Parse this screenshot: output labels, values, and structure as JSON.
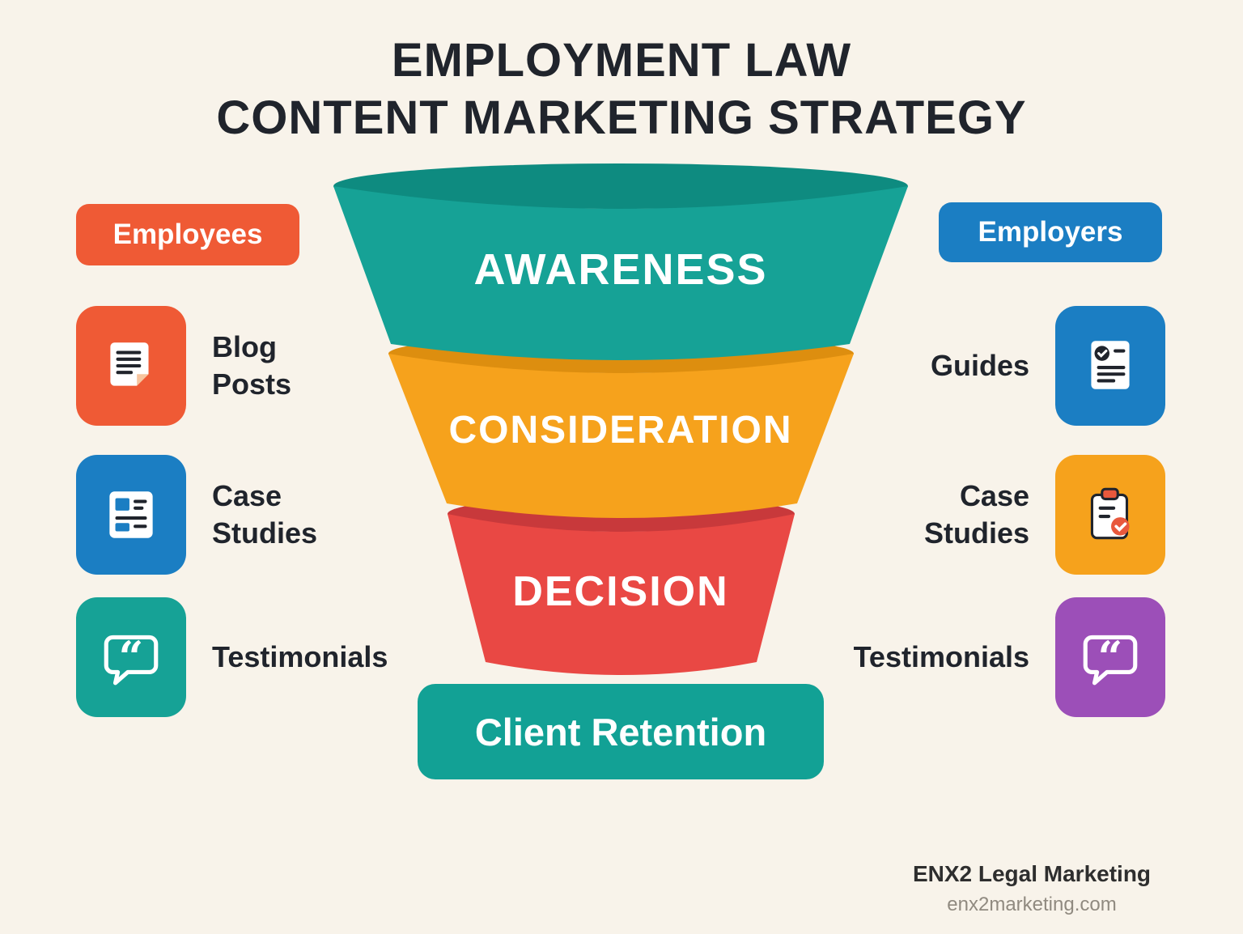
{
  "title": {
    "line1": "EMPLOYMENT LAW",
    "line2": "CONTENT MARKETING STRATEGY"
  },
  "badges": {
    "left_label": "Employees",
    "left_color": "#EF5A35",
    "right_label": "Employers",
    "right_color": "#1B7EC3"
  },
  "funnel": {
    "stages": [
      {
        "label": "AWARENESS",
        "color": "#16A296",
        "lip_color": "#0E8B80"
      },
      {
        "label": "CONSIDERATION",
        "color": "#F6A21C",
        "lip_color": "#DD8E0F"
      },
      {
        "label": "DECISION",
        "color": "#E94844",
        "lip_color": "#C8393B"
      }
    ],
    "retention": {
      "label": "Client Retention",
      "color": "#12A195"
    }
  },
  "left_column": {
    "items": [
      {
        "label": "Blog Posts",
        "icon": "blog-document-icon",
        "color": "#EF5A35"
      },
      {
        "label": "Case Studies",
        "icon": "case-study-icon",
        "color": "#1B7EC3"
      },
      {
        "label": "Testimonials",
        "icon": "quote-bubble-icon",
        "color": "#16A296"
      }
    ]
  },
  "right_column": {
    "items": [
      {
        "label": "Guides",
        "icon": "guide-check-icon",
        "color": "#1B7EC3"
      },
      {
        "label": "Case Studies",
        "icon": "clipboard-check-icon",
        "color": "#F6A21C"
      },
      {
        "label": "Testimonials",
        "icon": "quote-bubble-icon",
        "color": "#9C4FB8"
      }
    ]
  },
  "footer": {
    "brand": "ENX2 Legal Marketing",
    "website": "enx2marketing.com"
  },
  "colors": {
    "background": "#F8F3EA",
    "text": "#20242C"
  }
}
